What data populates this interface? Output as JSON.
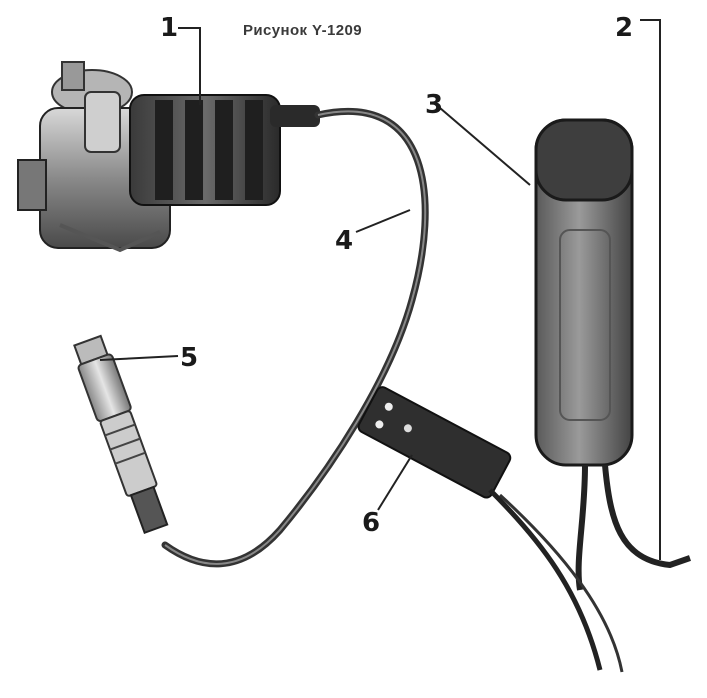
{
  "figure": {
    "caption": "Рисунок Y-1209"
  },
  "callouts": [
    {
      "id": "1",
      "label": "1"
    },
    {
      "id": "2",
      "label": "2"
    },
    {
      "id": "3",
      "label": "3"
    },
    {
      "id": "4",
      "label": "4"
    },
    {
      "id": "5",
      "label": "5"
    },
    {
      "id": "6",
      "label": "6"
    }
  ]
}
